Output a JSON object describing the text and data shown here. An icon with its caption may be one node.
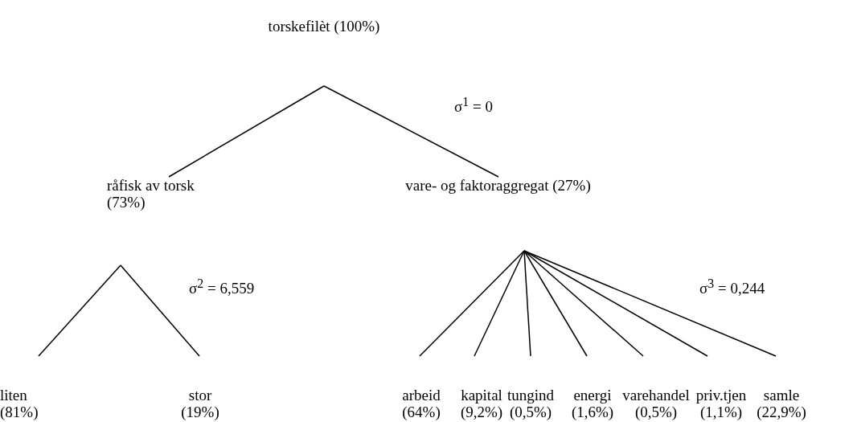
{
  "diagram": {
    "nodes": [
      {
        "text": [
          "torskefilèt (100%)"
        ]
      },
      {
        "text": [
          "råfisk av torsk (73%)"
        ]
      },
      {
        "text": [
          "vare- og faktoraggregat (27%)"
        ]
      },
      {
        "text": [
          "liten (81%)"
        ]
      },
      {
        "text": [
          "stor (19%)"
        ]
      },
      {
        "text": [
          "arbeid (64%)"
        ]
      },
      {
        "text": [
          "kapital (9,2%)"
        ]
      },
      {
        "text": [
          "tungind (0,5%)"
        ]
      },
      {
        "text": [
          "energi (1,6%)"
        ]
      },
      {
        "text": [
          "varehandel (0,5%)"
        ]
      },
      {
        "text": [
          "priv.tjen (1,1%)"
        ]
      },
      {
        "text": [
          "samle (22,9%)"
        ]
      }
    ],
    "edges": [
      {
        "from": 0,
        "to": 1,
        "arrow": "none"
      },
      {
        "from": 0,
        "to": 2,
        "arrow": "none"
      },
      {
        "from": 1,
        "to": 3,
        "arrow": "none"
      },
      {
        "from": 1,
        "to": 4,
        "arrow": "none"
      },
      {
        "from": 2,
        "to": 5,
        "arrow": "none"
      },
      {
        "from": 2,
        "to": 6,
        "arrow": "none"
      },
      {
        "from": 2,
        "to": 7,
        "arrow": "none"
      },
      {
        "from": 2,
        "to": 8,
        "arrow": "none"
      },
      {
        "from": 2,
        "to": 9,
        "arrow": "none"
      },
      {
        "from": 2,
        "to": 10,
        "arrow": "none"
      },
      {
        "from": 2,
        "to": 11,
        "arrow": "none"
      }
    ],
    "labels": [
      "σ$^{1}$ = 0",
      "σ$^{2}$ = 6,559",
      "σ$^{3}$ = 0,244"
    ]
  }
}
